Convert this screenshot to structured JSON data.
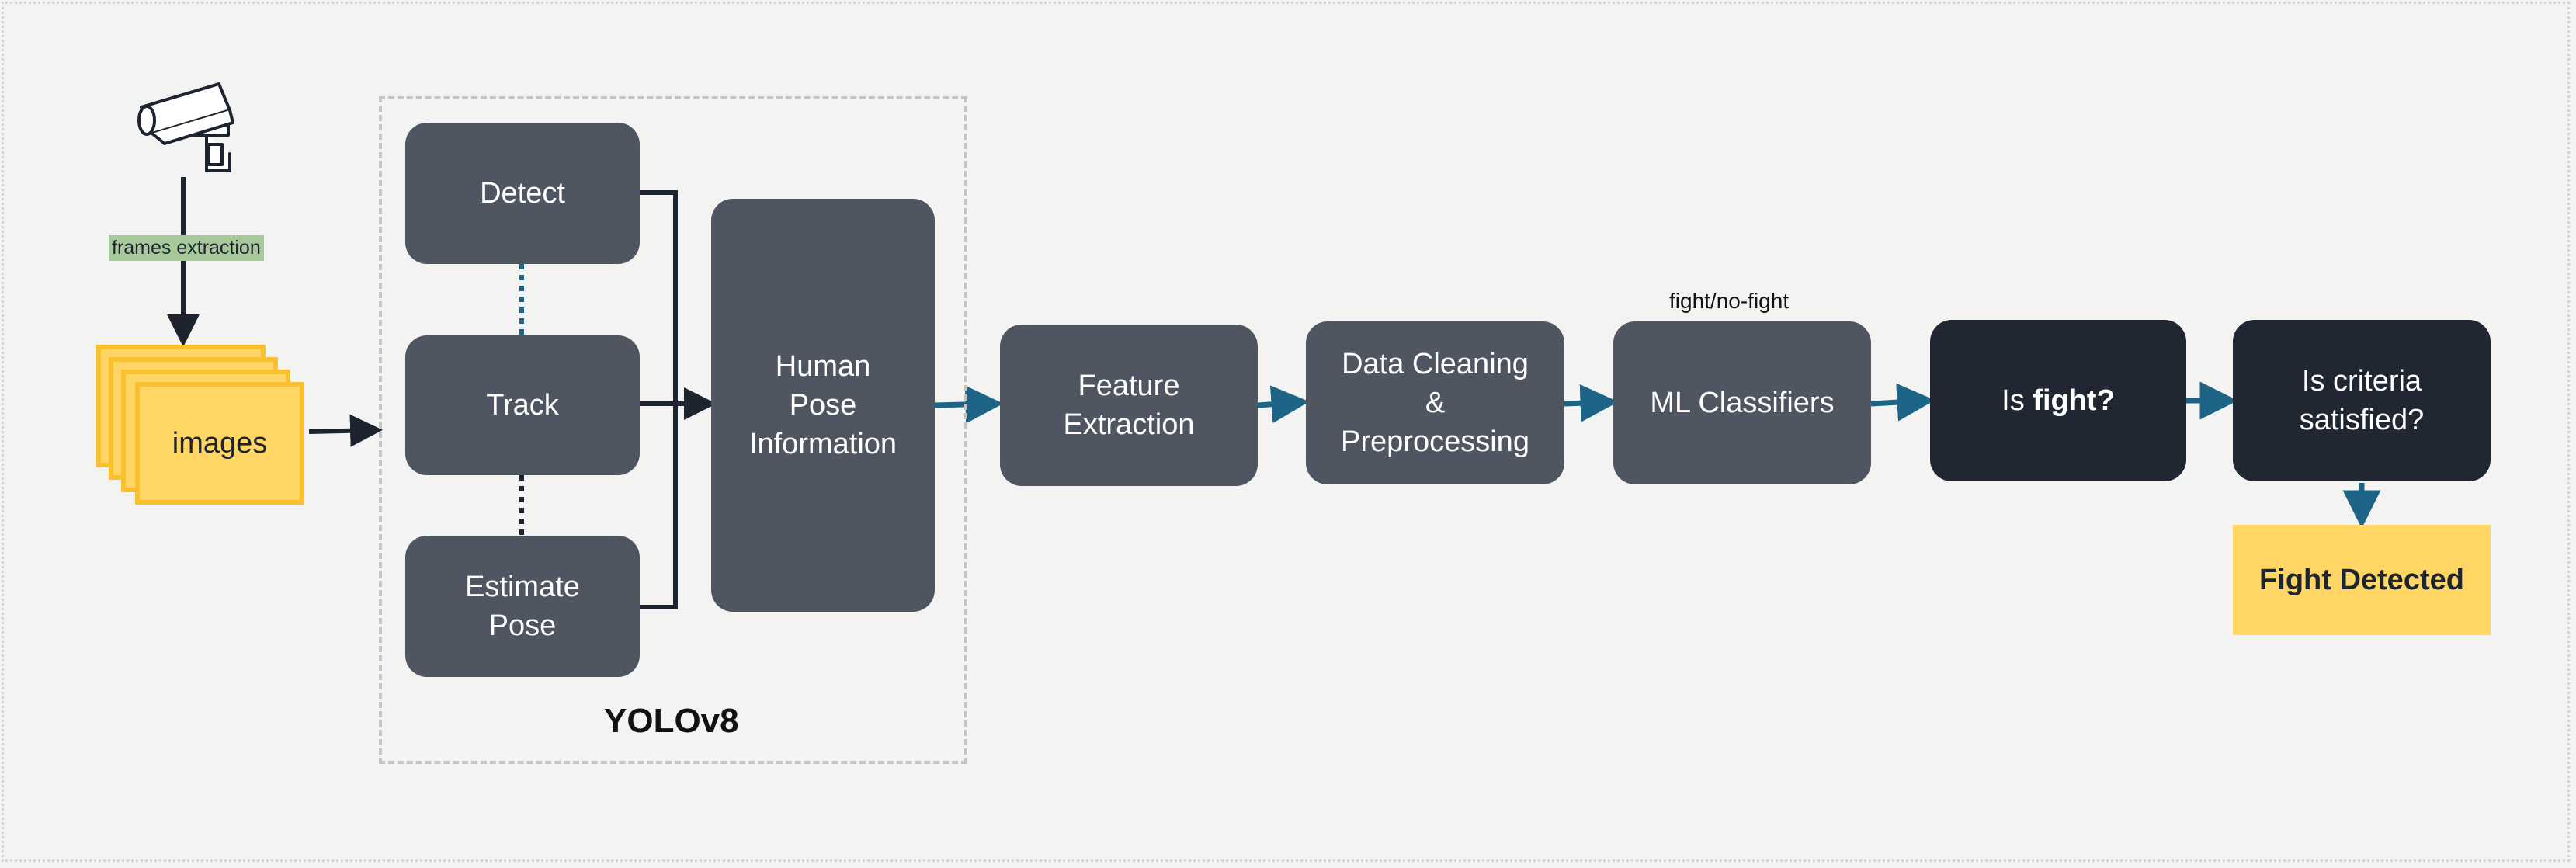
{
  "colors": {
    "background": "#f3f3f1",
    "gray_box": "#4f5561",
    "dark_box": "#212732",
    "yellow": "#ffd563",
    "yellow_border": "#fbc02d",
    "teal_arrow": "#1e6487",
    "black_arrow": "#1d2430",
    "label_highlight": "#a7c99a"
  },
  "icons": {
    "camera": "cctv-camera-icon"
  },
  "labels": {
    "frames_extraction": "frames extraction",
    "images": "images",
    "yolo": "YOLOv8",
    "fight_no_fight": "fight/no-fight"
  },
  "yolo_steps": {
    "detect": "Detect",
    "track": "Track",
    "estimate_pose": "Estimate\nPose"
  },
  "pipeline": {
    "pose_info": "Human\nPose\nInformation",
    "feature_extraction": "Feature\nExtraction",
    "data_cleaning": "Data Cleaning\n&\nPreprocessing",
    "classifiers": "ML Classifiers",
    "is_fight_prefix": "Is ",
    "is_fight_bold": "fight?",
    "criteria": "Is criteria\nsatisfied?",
    "result": "Fight Detected"
  }
}
